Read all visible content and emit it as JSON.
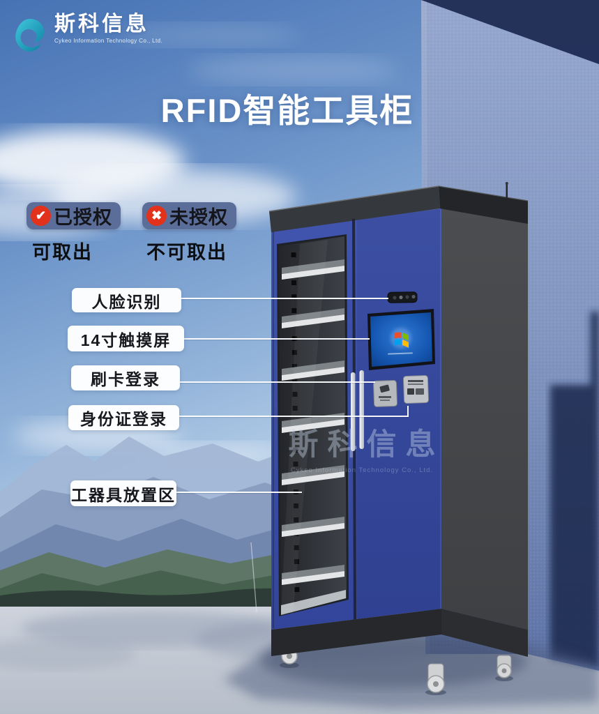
{
  "brand": {
    "logo_text": "斯科信息",
    "logo_tagline": "Cykeo Information Technology Co., Ltd.",
    "logo_icon": "teal-swirl-icon"
  },
  "title": "RFID智能工具柜",
  "legend": {
    "authorized": {
      "label": "已授权",
      "sub": "可取出",
      "icon": "check-circle-icon",
      "glyph": "✔"
    },
    "unauthorized": {
      "label": "未授权",
      "sub": "不可取出",
      "icon": "x-circle-icon",
      "glyph": "✖"
    }
  },
  "callouts": [
    {
      "label": "人脸识别",
      "target": "face-recognition-camera"
    },
    {
      "label": "14寸触摸屏",
      "target": "touch-screen"
    },
    {
      "label": "刷卡登录",
      "target": "swipe-card-reader"
    },
    {
      "label": "身份证登录",
      "target": "id-card-reader"
    },
    {
      "label": "工器具放置区",
      "target": "tool-shelves"
    }
  ],
  "cabinet": {
    "screen_wallpaper_icon": "windows-logo-icon",
    "shelf_count_visible": 7
  },
  "watermark": {
    "text": "斯科信息",
    "tagline": "Cykeo Information Technology Co., Ltd."
  },
  "colors": {
    "cabinet_blue": "#3b4fa5",
    "cabinet_dark": "#47494c",
    "wall_blue": "#8b9cc4",
    "badge_bg": "#5b6d99",
    "alert_red": "#e2321c",
    "logo_teal": "#1d9cb8"
  }
}
